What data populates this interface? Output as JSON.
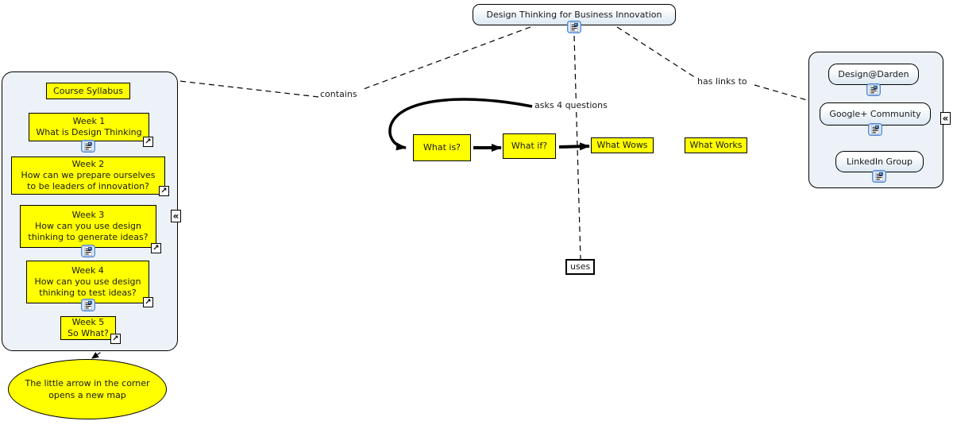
{
  "colors": {
    "highlight_yellow": "#ffff00",
    "container_bg": "#ecf2f7",
    "node_fill_top": "#ffffff",
    "node_fill_bottom": "#dbe8f3",
    "line_color": "#000000"
  },
  "root_node": {
    "label": "Design Thinking for Business Innovation"
  },
  "connectors": {
    "contains_label": "contains",
    "asks_label": "asks 4 questions",
    "has_links_label": "has links to",
    "uses_label": "uses"
  },
  "syllabus": {
    "title": "Course Syllabus",
    "weeks": [
      {
        "text": "Week 1\nWhat is Design Thinking"
      },
      {
        "text": "Week 2\nHow can we prepare ourselves\nto be leaders of innovation?"
      },
      {
        "text": "Week 3\nHow can you use design\nthinking to generate ideas?"
      },
      {
        "text": "Week 4\nHow can you use design\nthinking to test ideas?"
      },
      {
        "text": "Week 5\nSo What?"
      }
    ]
  },
  "questions": [
    {
      "label": "What is?"
    },
    {
      "label": "What if?"
    },
    {
      "label": "What Wows"
    },
    {
      "label": "What Works"
    }
  ],
  "resources": [
    {
      "label": "Design@Darden"
    },
    {
      "label": "Google+ Community"
    },
    {
      "label": "LinkedIn Group"
    }
  ],
  "note": {
    "text": "The little arrow in the corner\nopens a new map"
  },
  "icons": {
    "open_map_glyph": "↗",
    "collapse_glyph": "«"
  }
}
